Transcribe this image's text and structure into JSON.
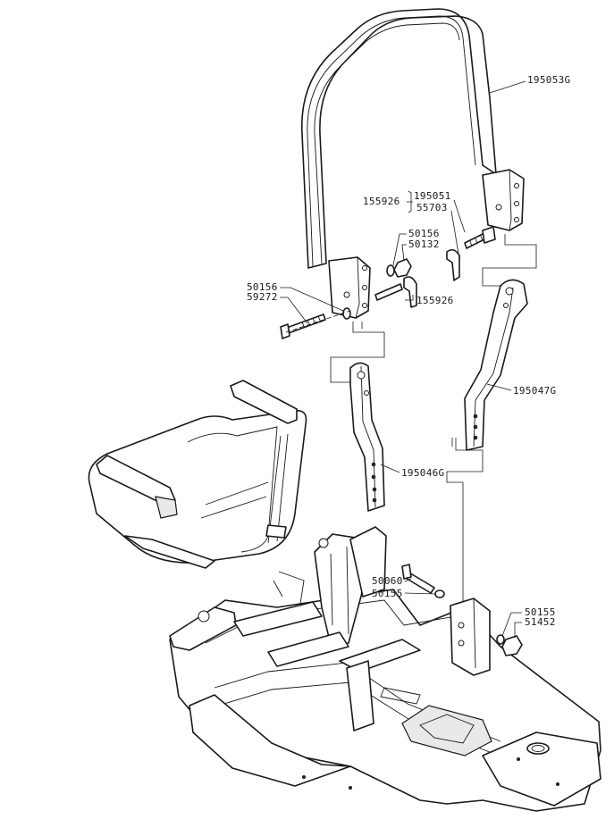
{
  "callouts": {
    "c195053G": "195053G",
    "c155926_left": "155926",
    "c195051": "195051",
    "c55703": "55703",
    "c50156_top": "50156",
    "c50132": "50132",
    "c50156_left": "50156",
    "c59272": "59272",
    "c155926_right": "155926",
    "c195047G": "195047G",
    "c195046G": "195046G",
    "c50060": "50060",
    "c50155_left": "50155",
    "c50155_right": "50155",
    "c51452": "51452"
  }
}
